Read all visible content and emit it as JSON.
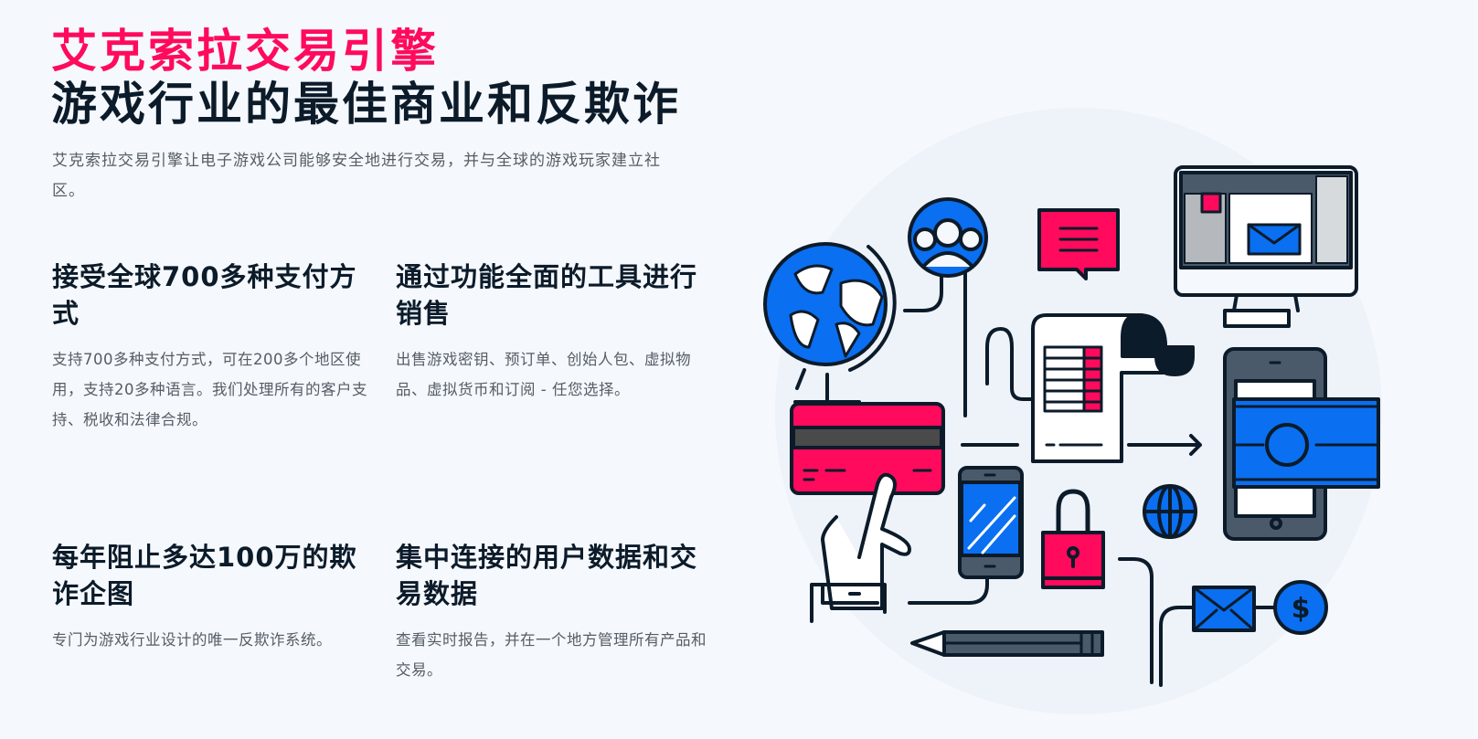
{
  "hero": {
    "brand_title": "艾克索拉交易引擎",
    "headline": "游戏行业的最佳商业和反欺诈",
    "intro": "艾克索拉交易引擎让电子游戏公司能够安全地进行交易，并与全球的游戏玩家建立社区。"
  },
  "features": [
    {
      "title": "接受全球700多种支付方式",
      "text": "支持700多种支付方式，可在200多个地区使用，支持20多种语言。我们处理所有的客户支持、税收和法律合规。"
    },
    {
      "title": "通过功能全面的工具进行销售",
      "text": "出售游戏密钥、预订单、创始人包、虚拟物品、虚拟货币和订阅 - 任您选择。"
    },
    {
      "title": "每年阻止多达100万的欺诈企图",
      "text": "专门为游戏行业设计的唯一反欺诈系统。"
    },
    {
      "title": "集中连接的用户数据和交易数据",
      "text": "查看实时报告，并在一个地方管理所有产品和交易。"
    }
  ],
  "colors": {
    "brand": "#ff0a5c",
    "blue": "#0a6ff0",
    "dark": "#0c1b2a",
    "slate": "#4a5a6a"
  }
}
